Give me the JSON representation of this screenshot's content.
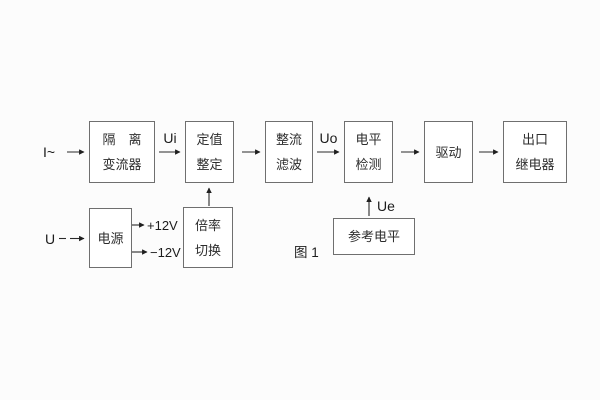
{
  "page": {
    "caption": "图 1",
    "background": "#fcfcfc"
  },
  "colors": {
    "box_border": "#6f6f6f",
    "box_fill": "#ffffff",
    "text": "#2d2d2d",
    "wire": "#222222"
  },
  "labels": {
    "input_current": "I~",
    "input_voltage": "U",
    "ui": "Ui",
    "uo": "Uo",
    "ue": "Ue",
    "plus_12v": "+12V",
    "minus_12v": "−12V"
  },
  "blocks": {
    "isolation_transformer": {
      "line1": "隔　离",
      "line2": "变流器"
    },
    "value_setting": {
      "line1": "定值",
      "line2": "整定"
    },
    "rectify_filter": {
      "line1": "整流",
      "line2": "滤波"
    },
    "level_detection": {
      "line1": "电平",
      "line2": "检测"
    },
    "drive": {
      "line1": "驱动"
    },
    "output_relay": {
      "line1": "出口",
      "line2": "继电器"
    },
    "power_supply": {
      "line1": "电源"
    },
    "ratio_switch": {
      "line1": "倍率",
      "line2": "切换"
    },
    "reference_level": {
      "line1": "参考电平"
    }
  }
}
